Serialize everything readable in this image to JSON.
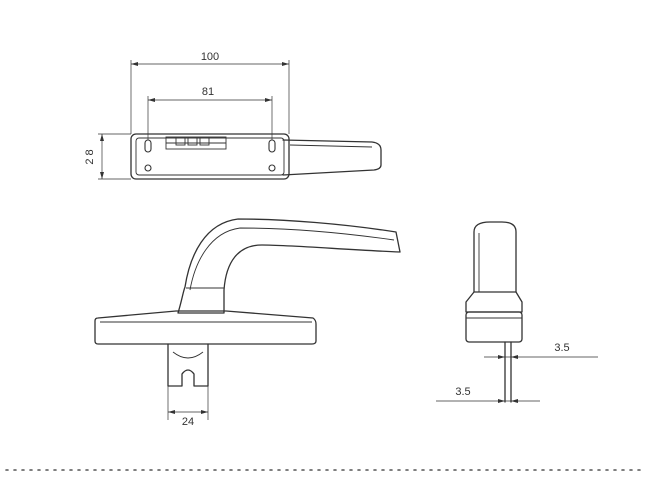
{
  "dimensions": {
    "top_overall_width": "100",
    "top_hole_spacing": "81",
    "top_height": "2 8",
    "spindle_width": "24",
    "side_spindle_upper": "3.5",
    "side_spindle_lower": "3.5"
  },
  "colors": {
    "line": "#333333",
    "background": "#ffffff"
  }
}
